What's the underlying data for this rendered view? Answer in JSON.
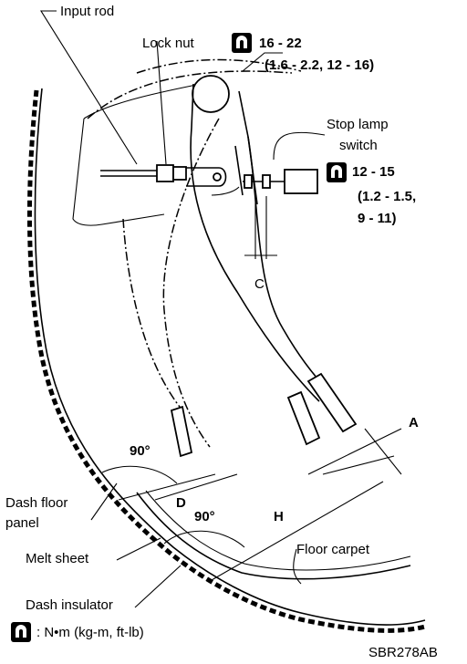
{
  "labels": {
    "input_rod": "Input rod",
    "lock_nut": "Lock nut",
    "lock_nut_torque_1": "16 - 22",
    "lock_nut_torque_2": "(1.6 - 2.2, 12 - 16)",
    "stop_lamp_1": "Stop lamp",
    "stop_lamp_2": "switch",
    "stop_torque_1": "12 - 15",
    "stop_torque_2": "(1.2 - 1.5,",
    "stop_torque_3": "9 - 11)",
    "dim_c": "C",
    "dim_a": "A",
    "dim_d": "D",
    "dim_h": "H",
    "angle_1": "90°",
    "angle_2": "90°",
    "dash_floor_1": "Dash floor",
    "dash_floor_2": "panel",
    "melt_sheet": "Melt sheet",
    "floor_carpet": "Floor carpet",
    "dash_insulator": "Dash insulator",
    "legend": ": N•m (kg-m, ft-lb)",
    "figure_code": "SBR278AB"
  },
  "icons": [
    "torque-wrench-icon"
  ]
}
